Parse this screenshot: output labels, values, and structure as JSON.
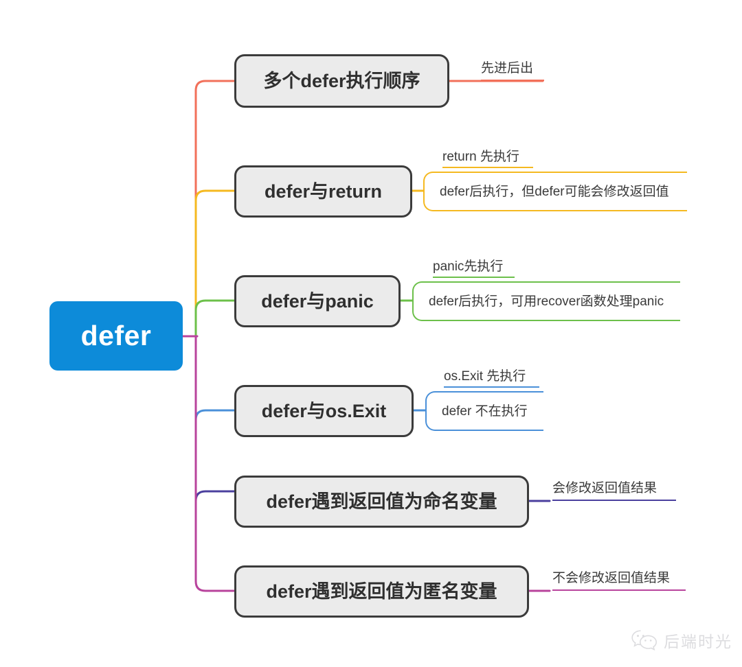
{
  "diagram": {
    "type": "mindmap",
    "title": "defer",
    "root": {
      "label": "defer",
      "color": "#0d8bd9",
      "text_color": "#ffffff"
    },
    "branches": [
      {
        "label": "多个defer执行顺序",
        "color": "#f2705a",
        "children": [
          {
            "label": "先进后出",
            "style": "underline"
          }
        ]
      },
      {
        "label": "defer与return",
        "color": "#f5b920",
        "children": [
          {
            "label": "return 先执行",
            "style": "underline"
          },
          {
            "label": "defer后执行，但defer可能会修改返回值",
            "style": "bracket"
          }
        ]
      },
      {
        "label": "defer与panic",
        "color": "#6cc04a",
        "children": [
          {
            "label": "panic先执行",
            "style": "underline"
          },
          {
            "label": "defer后执行，可用recover函数处理panic",
            "style": "bracket"
          }
        ]
      },
      {
        "label": "defer与os.Exit",
        "color": "#4a90d9",
        "children": [
          {
            "label": "os.Exit 先执行",
            "style": "underline"
          },
          {
            "label": "defer 不在执行",
            "style": "bracket"
          }
        ]
      },
      {
        "label": "defer遇到返回值为命名变量",
        "color": "#4a3f9e",
        "children": [
          {
            "label": "会修改返回值结果",
            "style": "underline"
          }
        ]
      },
      {
        "label": "defer遇到返回值为匿名变量",
        "color": "#b8439c",
        "children": [
          {
            "label": "不会修改返回值结果",
            "style": "underline"
          }
        ]
      }
    ],
    "node_style": {
      "fill": "#ebebeb",
      "border": "#3b3b3b",
      "text": "#2f2f2f"
    }
  },
  "watermark": {
    "text": "后端时光",
    "icon": "wechat-icon"
  }
}
